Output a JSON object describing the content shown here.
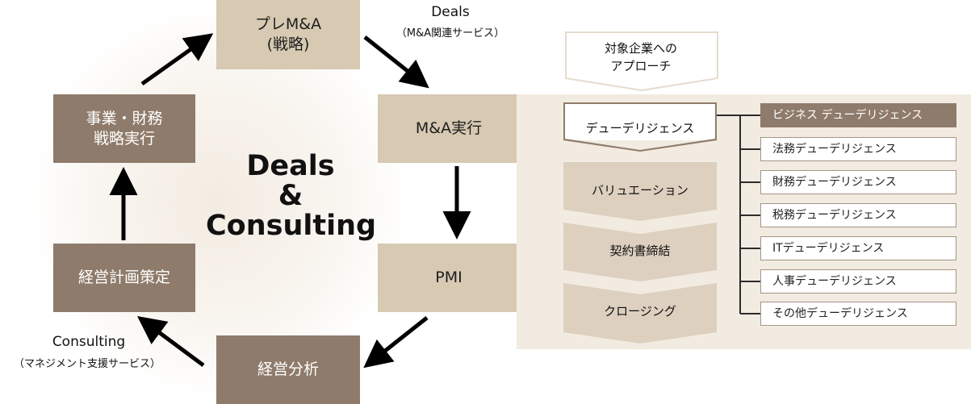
{
  "cycle": {
    "pre_ma": "プレM&A\n(戦略)",
    "ma_exec": "M&A実行",
    "pmi": "PMI",
    "analysis": "経営分析",
    "planning": "経営計画策定",
    "strategy": "事業・財務\n戦略実行"
  },
  "center_title": "Deals\n&\nConsulting",
  "deals_note": {
    "title": "Deals",
    "sub": "（M&A関連サービス）"
  },
  "consulting_note": {
    "title": "Consulting",
    "sub": "（マネジメント支援サービス）"
  },
  "approach_label": "対象企業への\nアプローチ",
  "steps": [
    "デューデリジェンス",
    "バリュエーション",
    "契約書締結",
    "クロージング"
  ],
  "due_diligence_types": [
    "ビジネス デューデリジェンス",
    "法務デューデリジェンス",
    "財務デューデリジェンス",
    "税務デューデリジェンス",
    "ITデューデリジェンス",
    "人事デューデリジェンス",
    "その他デューデリジェンス"
  ],
  "colors": {
    "light_box": "#d7c9b2",
    "dark_box": "#8f7b6b",
    "panel": "#f2ebe2",
    "step": "#ddd0bf",
    "arrow": "#000000"
  }
}
